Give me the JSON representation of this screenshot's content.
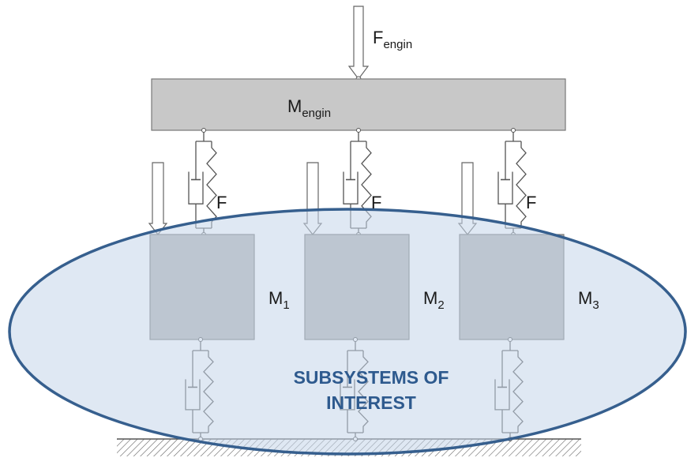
{
  "engine_force": {
    "base": "F",
    "subscript": "engin"
  },
  "engine_mass": {
    "base": "M",
    "subscript": "engin"
  },
  "mount_force_label": "F",
  "masses": [
    {
      "base": "M",
      "subscript": "1"
    },
    {
      "base": "M",
      "subscript": "2"
    },
    {
      "base": "M",
      "subscript": "3"
    }
  ],
  "subsystems": {
    "line1": "SUBSYSTEMS OF",
    "line2": "INTEREST"
  },
  "colors": {
    "engine_block": "#c8c8c8",
    "mass_block": "#b4b4b4",
    "ellipse_fill": "#c5d6ea",
    "ellipse_stroke": "#365f8e",
    "ellipse_text": "#2e5a8e",
    "line": "#555555"
  }
}
